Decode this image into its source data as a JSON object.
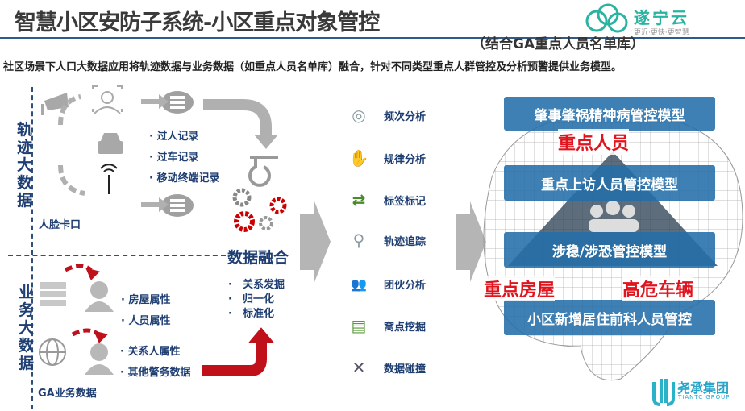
{
  "header": {
    "title": "智慧小区安防子系统-小区重点对象管控",
    "subtitle": "（结合GA重点人员名单库）",
    "logo": {
      "name": "遂宁云",
      "tagline": "更近·更快·更智慧"
    }
  },
  "intro": "社区场景下人口大数据应用将轨迹数据与业务数据（如重点人员名单库）融合，针对不同类型重点人群管控及分析预警提供业务模型。",
  "left": {
    "track_label": "轨迹大数据",
    "track_records": [
      "· 过人记录",
      "· 过车记录",
      "· 移动终端记录"
    ],
    "face_checkpoint": "人脸卡口",
    "business_label": "业务大数据",
    "business_attrs": [
      "· 房屋属性",
      "· 人员属性",
      "· 关系人属性",
      "· 其他警务数据"
    ],
    "ga_data": "GA业务数据",
    "fusion_title": "数据融合",
    "fusion_items": [
      "·　关系发掘",
      "·　归一化",
      "·　标准化"
    ]
  },
  "middle": {
    "items": [
      {
        "label": "频次分析",
        "icon": "target-icon",
        "glyph": "◎"
      },
      {
        "label": "规律分析",
        "icon": "hand-coins-icon",
        "glyph": "✋"
      },
      {
        "label": "标签标记",
        "icon": "shuffle-icon",
        "glyph": "⇄"
      },
      {
        "label": "轨迹追踪",
        "icon": "magnifier-icon",
        "glyph": "⚲"
      },
      {
        "label": "团伙分析",
        "icon": "group-icon",
        "glyph": "👥"
      },
      {
        "label": "窝点挖掘",
        "icon": "document-check-icon",
        "glyph": "▤"
      },
      {
        "label": "数据碰撞",
        "icon": "cross-icon",
        "glyph": "✕"
      }
    ]
  },
  "right": {
    "models": [
      "肇事肇祸精神病管控模型",
      "重点上访人员管控模型",
      "涉稳/涉恐管控模型",
      "小区新增居住前科人员管控"
    ],
    "key_person": "重点人员",
    "key_house": "重点房屋",
    "risk_vehicle": "高危车辆"
  },
  "footer_logo": {
    "name": "尧承集团",
    "english": "TIANTC GROUP"
  },
  "colors": {
    "accent": "#1f3f73",
    "red": "#e0141e",
    "band": "#236eaa"
  }
}
